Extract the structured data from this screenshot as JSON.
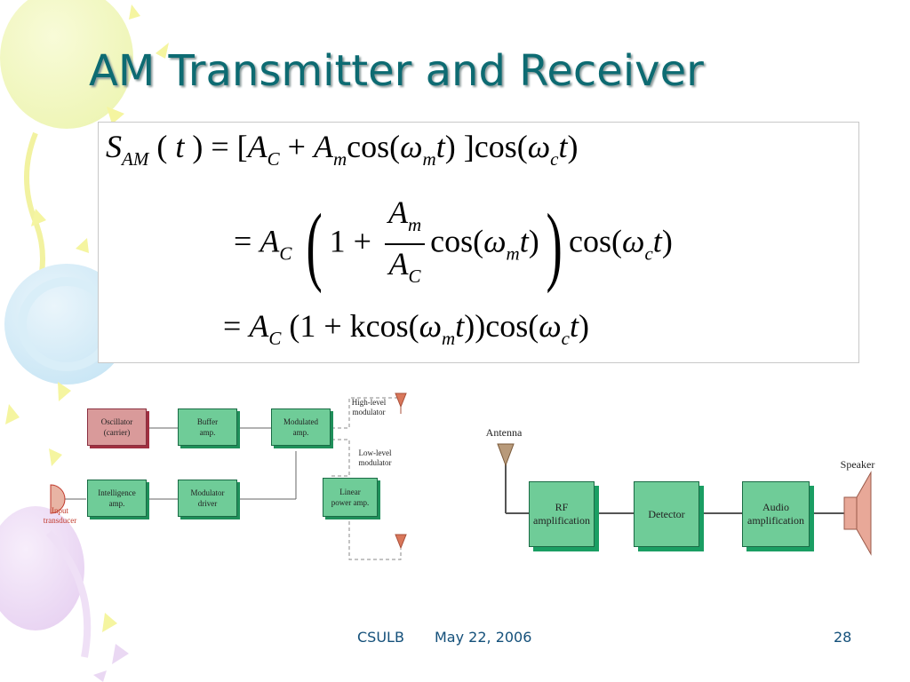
{
  "slide": {
    "title": "AM Transmitter and Receiver",
    "footer_left": "CSULB",
    "footer_date": "May 22, 2006",
    "page_number": "28",
    "title_color": "#0d6b72",
    "footer_color": "#14507a"
  },
  "equation": {
    "line1": {
      "S": "S",
      "S_sub": "AM",
      "t": "t",
      "A": "A",
      "C": "C",
      "m": "m",
      "cos": "cos",
      "omega": "ω",
      "c": "c"
    },
    "line3_k": "k"
  },
  "transmitter": {
    "oscillator": [
      "Oscillator",
      "(carrier)"
    ],
    "buffer": [
      "Buffer",
      "amp."
    ],
    "modulated": [
      "Modulated",
      "amp."
    ],
    "intelligence": [
      "Intelligence",
      "amp."
    ],
    "modulator_driver": [
      "Modulator",
      "driver"
    ],
    "linear": [
      "Linear",
      "power amp."
    ],
    "high_level": [
      "High-level",
      "modulator"
    ],
    "low_level": [
      "Low-level",
      "modulator"
    ],
    "input": [
      "Input",
      "transducer"
    ]
  },
  "receiver": {
    "antenna": "Antenna",
    "speaker": "Speaker",
    "rf": [
      "RF",
      "amplification"
    ],
    "detector": "Detector",
    "audio": [
      "Audio",
      "amplification"
    ]
  }
}
